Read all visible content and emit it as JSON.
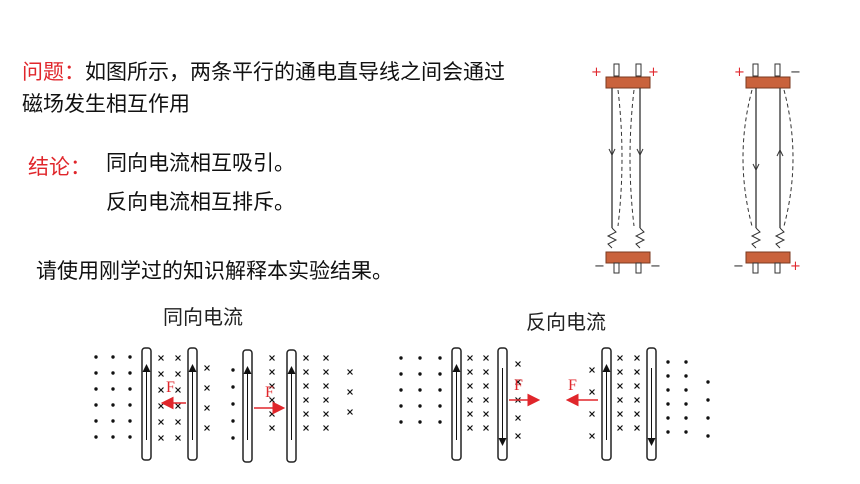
{
  "question": {
    "label": "问题：",
    "text_line1": "如图所示，两条平行的通电直导线之间会通过",
    "text_line2": "磁场发生相互作用"
  },
  "conclusion": {
    "label": "结论：",
    "items": [
      "同向电流相互吸引。",
      "反向电流相互排斥。"
    ]
  },
  "prompt": "请使用刚学过的知识解释本实验结果。",
  "captions": {
    "same_direction": "同向电流",
    "opposite_direction": "反向电流"
  },
  "force_label": "F",
  "apparatus": {
    "left": {
      "top_left": "+",
      "top_right": "+",
      "bottom_left": "−",
      "bottom_right": "−"
    },
    "right": {
      "top_left": "+",
      "top_right": "−",
      "bottom_left": "−",
      "bottom_right": "+"
    }
  },
  "colors": {
    "accent_red": "#e0262b",
    "bar_brown": "#c9623c"
  }
}
